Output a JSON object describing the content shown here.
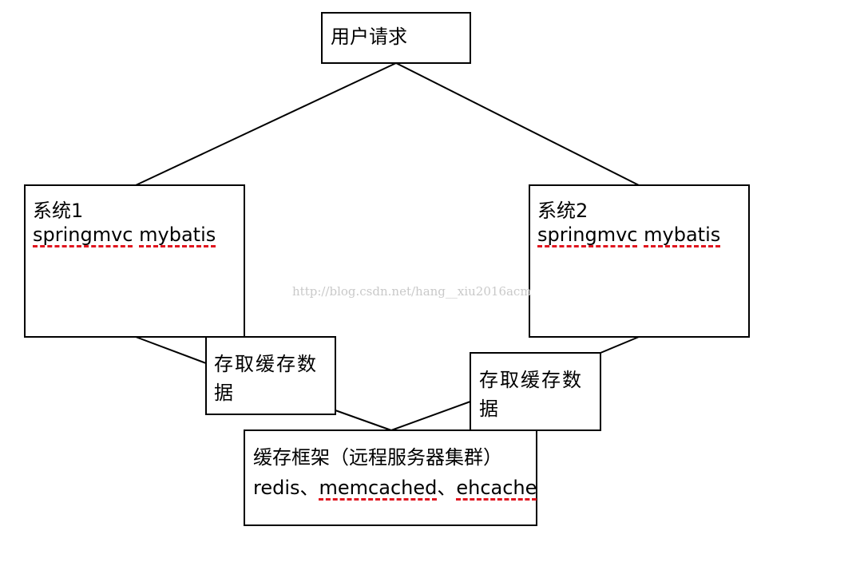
{
  "colors": {
    "stroke": "#000000",
    "spellcheck_underline": "#e0141e",
    "watermark": "#c9c9c9"
  },
  "nodes": {
    "user_request": {
      "label": "用户请求"
    },
    "system1": {
      "title": "系统1",
      "line1": "springmvc",
      "line2": "mybatis"
    },
    "system2": {
      "title": "系统2",
      "line1": "springmvc",
      "line2": "mybatis"
    },
    "access_left": {
      "line1": "存取缓存数",
      "line2": "据"
    },
    "access_right": {
      "line1": "存取缓存数",
      "line2": "据"
    },
    "cache_framework": {
      "title": "缓存框架（远程服务器集群）",
      "tech1": "redis",
      "sep1": "、",
      "tech2": "memcached",
      "sep2": "、",
      "tech3": "ehcache"
    }
  },
  "edges": [
    {
      "from": "user_request",
      "to": "system1"
    },
    {
      "from": "user_request",
      "to": "system2"
    },
    {
      "from": "system1",
      "to": "cache_framework"
    },
    {
      "from": "system2",
      "to": "cache_framework"
    }
  ],
  "watermark": "http://blog.csdn.net/hang__xiu2016acm"
}
